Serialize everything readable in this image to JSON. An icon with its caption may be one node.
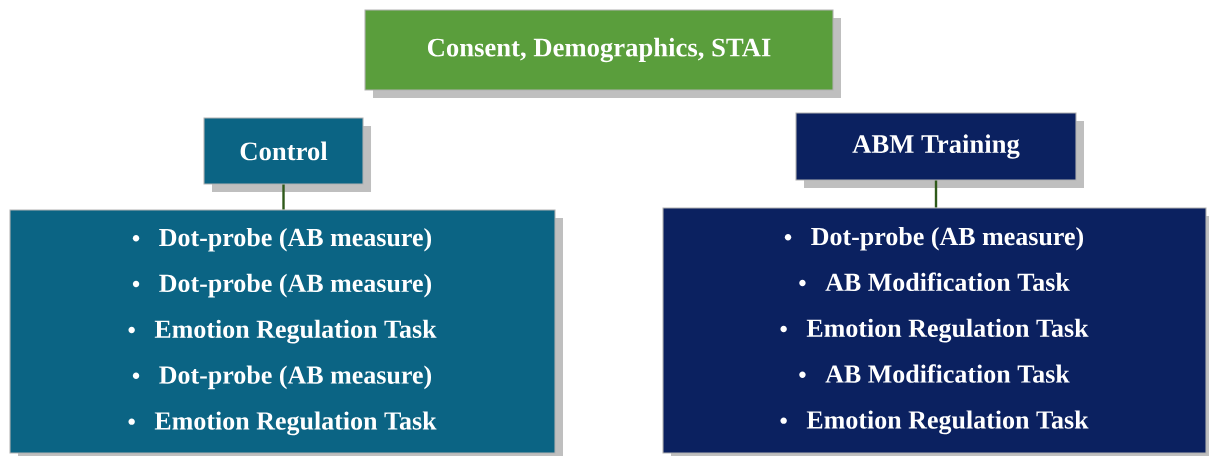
{
  "diagram": {
    "nodes": [
      {
        "text": [
          "Consent, Demographics, STAI"
        ]
      },
      {
        "text": [
          "Control"
        ]
      },
      {
        "text": [
          "ABM   Training"
        ]
      },
      {
        "text": [
          "Dot-probe (AB measure)",
          "Dot-probe (AB measure)",
          "Emotion Regulation Task",
          "Dot-probe (AB measure)",
          "Emotion Regulation Task"
        ]
      },
      {
        "text": [
          "Dot-probe (AB measure)",
          "AB Modification Task",
          "Emotion Regulation Task",
          "AB Modification Task",
          "Emotion Regulation Task"
        ]
      }
    ],
    "edges": [
      {
        "from": 1,
        "to": 3,
        "arrow": "none"
      },
      {
        "from": 2,
        "to": 4,
        "arrow": "none"
      }
    ]
  }
}
